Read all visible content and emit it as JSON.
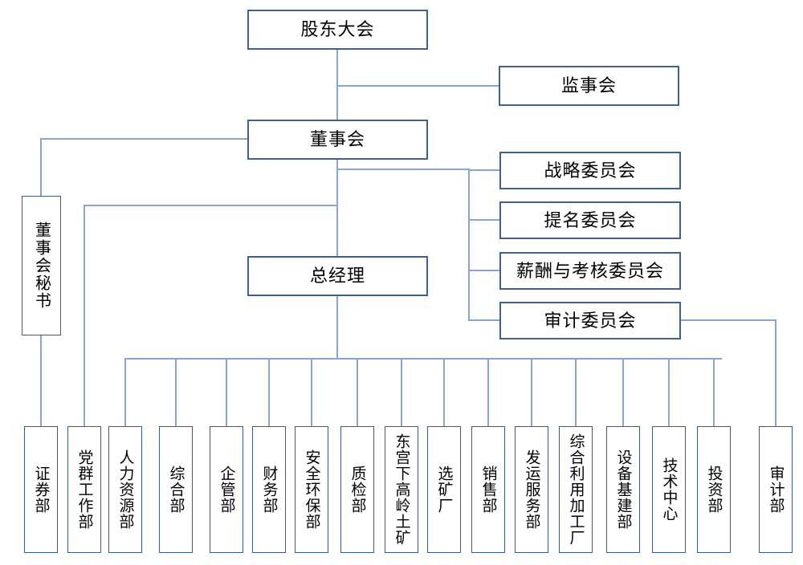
{
  "chart_data": {
    "type": "diagram",
    "title": "组织架构图",
    "orientation": "top-down org chart",
    "nodes": [
      {
        "id": "shareholders",
        "label": "股东大会",
        "level": 1
      },
      {
        "id": "supervisory",
        "label": "监事会",
        "level": 2
      },
      {
        "id": "board",
        "label": "董事会",
        "level": 2
      },
      {
        "id": "board_secretary",
        "label": "董事会秘书",
        "level": 3
      },
      {
        "id": "strategy_cmte",
        "label": "战略委员会",
        "level": 3
      },
      {
        "id": "nomination_cmte",
        "label": "提名委员会",
        "level": 3
      },
      {
        "id": "remuneration_cmte",
        "label": "薪酬与考核委员会",
        "level": 3
      },
      {
        "id": "audit_cmte",
        "label": "审计委员会",
        "level": 3
      },
      {
        "id": "gm",
        "label": "总经理",
        "level": 3
      }
    ],
    "departments": [
      {
        "id": "securities",
        "label": "证券部"
      },
      {
        "id": "party_affairs",
        "label": "党群工作部"
      },
      {
        "id": "hr",
        "label": "人力资源部"
      },
      {
        "id": "general_affairs",
        "label": "综合部"
      },
      {
        "id": "enterprise_mgmt",
        "label": "企管部"
      },
      {
        "id": "finance",
        "label": "财务部"
      },
      {
        "id": "safety_env",
        "label": "安全环保部"
      },
      {
        "id": "quality",
        "label": "质检部"
      },
      {
        "id": "donggongxia_mine",
        "label": "东宫下高岭土矿"
      },
      {
        "id": "ore_plant",
        "label": "选矿厂"
      },
      {
        "id": "sales",
        "label": "销售部"
      },
      {
        "id": "shipping_service",
        "label": "发运服务部"
      },
      {
        "id": "comprehensive_processing",
        "label": "综合利用加工厂"
      },
      {
        "id": "equipment_infra",
        "label": "设备基建部"
      },
      {
        "id": "tech_center",
        "label": "技术中心"
      },
      {
        "id": "investment",
        "label": "投资部"
      },
      {
        "id": "audit_dept",
        "label": "审计部"
      }
    ],
    "edges": [
      {
        "from": "shareholders",
        "to": "supervisory"
      },
      {
        "from": "shareholders",
        "to": "board"
      },
      {
        "from": "board",
        "to": "board_secretary"
      },
      {
        "from": "board",
        "to": "strategy_cmte"
      },
      {
        "from": "board",
        "to": "nomination_cmte"
      },
      {
        "from": "board",
        "to": "remuneration_cmte"
      },
      {
        "from": "board",
        "to": "audit_cmte"
      },
      {
        "from": "board",
        "to": "gm"
      },
      {
        "from": "board",
        "to": "party_affairs"
      },
      {
        "from": "board_secretary",
        "to": "securities"
      },
      {
        "from": "audit_cmte",
        "to": "audit_dept"
      },
      {
        "from": "gm",
        "to": "hr"
      },
      {
        "from": "gm",
        "to": "general_affairs"
      },
      {
        "from": "gm",
        "to": "enterprise_mgmt"
      },
      {
        "from": "gm",
        "to": "finance"
      },
      {
        "from": "gm",
        "to": "safety_env"
      },
      {
        "from": "gm",
        "to": "quality"
      },
      {
        "from": "gm",
        "to": "donggongxia_mine"
      },
      {
        "from": "gm",
        "to": "ore_plant"
      },
      {
        "from": "gm",
        "to": "sales"
      },
      {
        "from": "gm",
        "to": "shipping_service"
      },
      {
        "from": "gm",
        "to": "comprehensive_processing"
      },
      {
        "from": "gm",
        "to": "equipment_infra"
      },
      {
        "from": "gm",
        "to": "tech_center"
      },
      {
        "from": "gm",
        "to": "investment"
      }
    ],
    "colors": {
      "box_border": "#40618f",
      "connector": "#8ba6cd",
      "background": "#ffffff",
      "text": "#000000"
    }
  },
  "nodes": {
    "shareholders": "股东大会",
    "supervisory": "监事会",
    "board": "董事会",
    "board_secretary": "董事会秘书",
    "strategy_cmte": "战略委员会",
    "nomination_cmte": "提名委员会",
    "remuneration_cmte": "薪酬与考核委员会",
    "audit_cmte": "审计委员会",
    "gm": "总经理"
  },
  "departments": [
    "证券部",
    "党群工作部",
    "人力资源部",
    "综合部",
    "企管部",
    "财务部",
    "安全环保部",
    "质检部",
    "东宫下高岭土矿",
    "选矿厂",
    "销售部",
    "发运服务部",
    "综合利用加工厂",
    "设备基建部",
    "技术中心",
    "投资部",
    "审计部"
  ]
}
